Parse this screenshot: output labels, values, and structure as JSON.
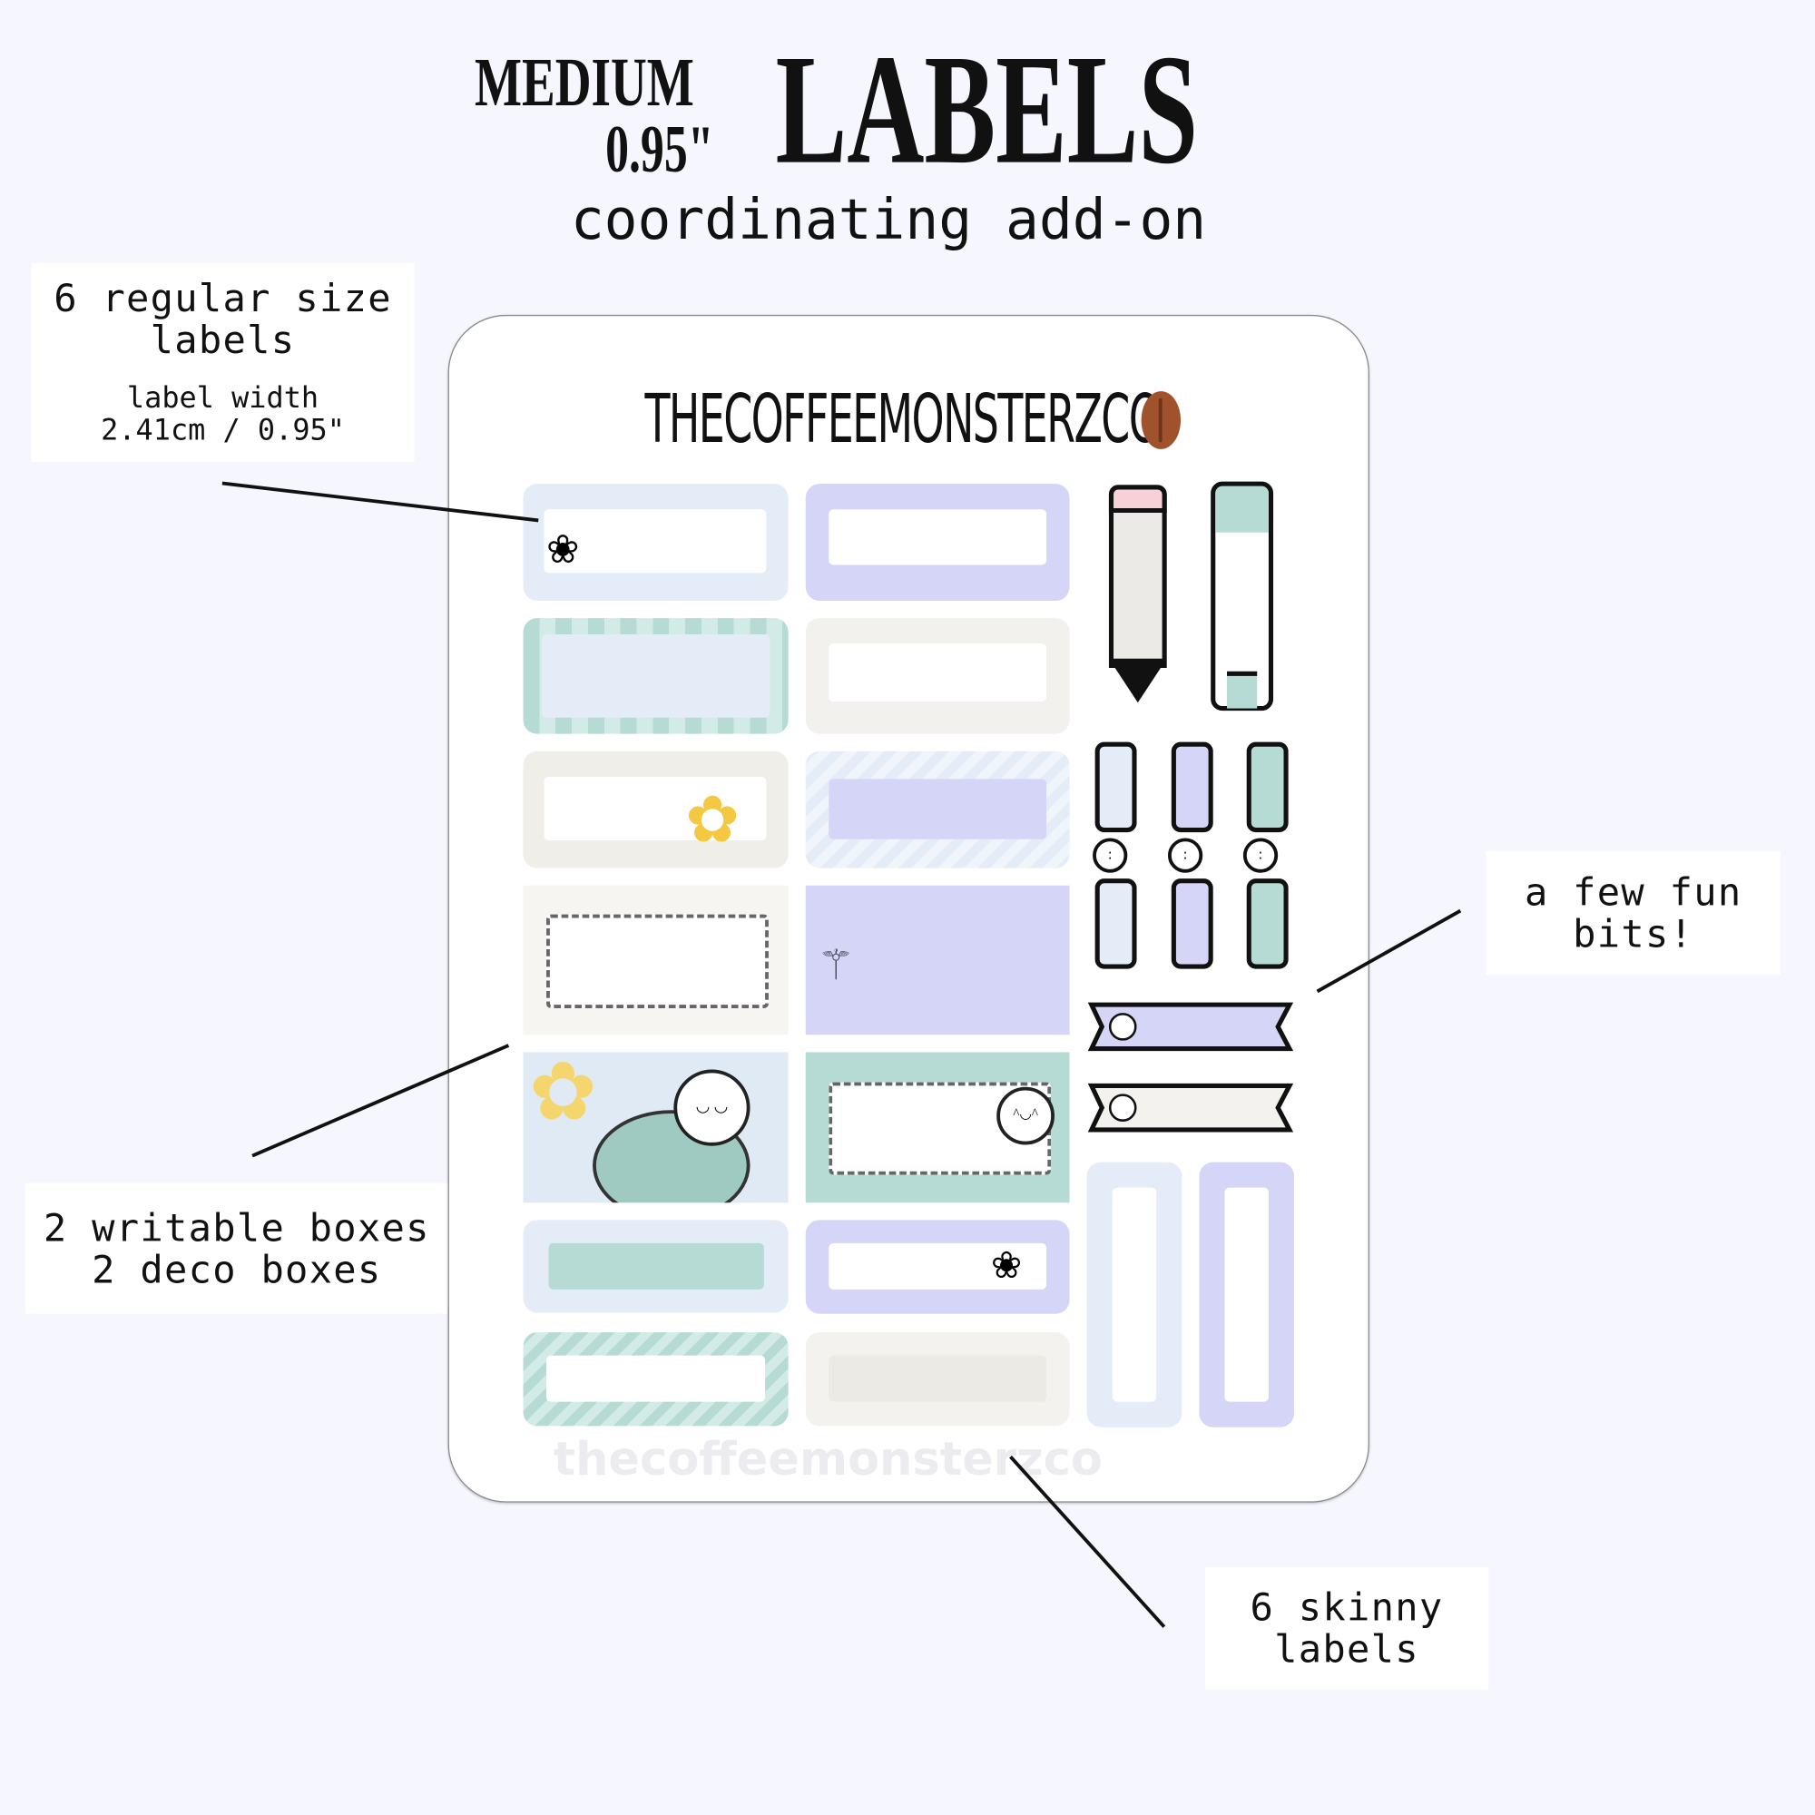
{
  "title": {
    "medium": "MEDIUM",
    "size": "0.95\"",
    "labels": "LABELS",
    "subtitle": "coordinating add-on"
  },
  "callouts": {
    "regular": {
      "line1": "6 regular size",
      "line2": "labels",
      "detail1": "label width",
      "detail2": "2.41cm / 0.95\""
    },
    "boxes": {
      "line1": "2 writable boxes",
      "line2": "2 deco boxes"
    },
    "fun": {
      "line1": "a few fun bits!"
    },
    "skinny": {
      "line1": "6 skinny",
      "line2": "labels"
    }
  },
  "sheet": {
    "brand": "THECOFFEEMONSTERZCO",
    "watermark": "thecoffeemonsterzco"
  },
  "colors": {
    "background": "#f5f6fe",
    "light_blue": "#e4ecf8",
    "lavender": "#d5d5f7",
    "teal": "#b5dbd4",
    "beige": "#efeee9",
    "coffee": "#a0522d"
  }
}
